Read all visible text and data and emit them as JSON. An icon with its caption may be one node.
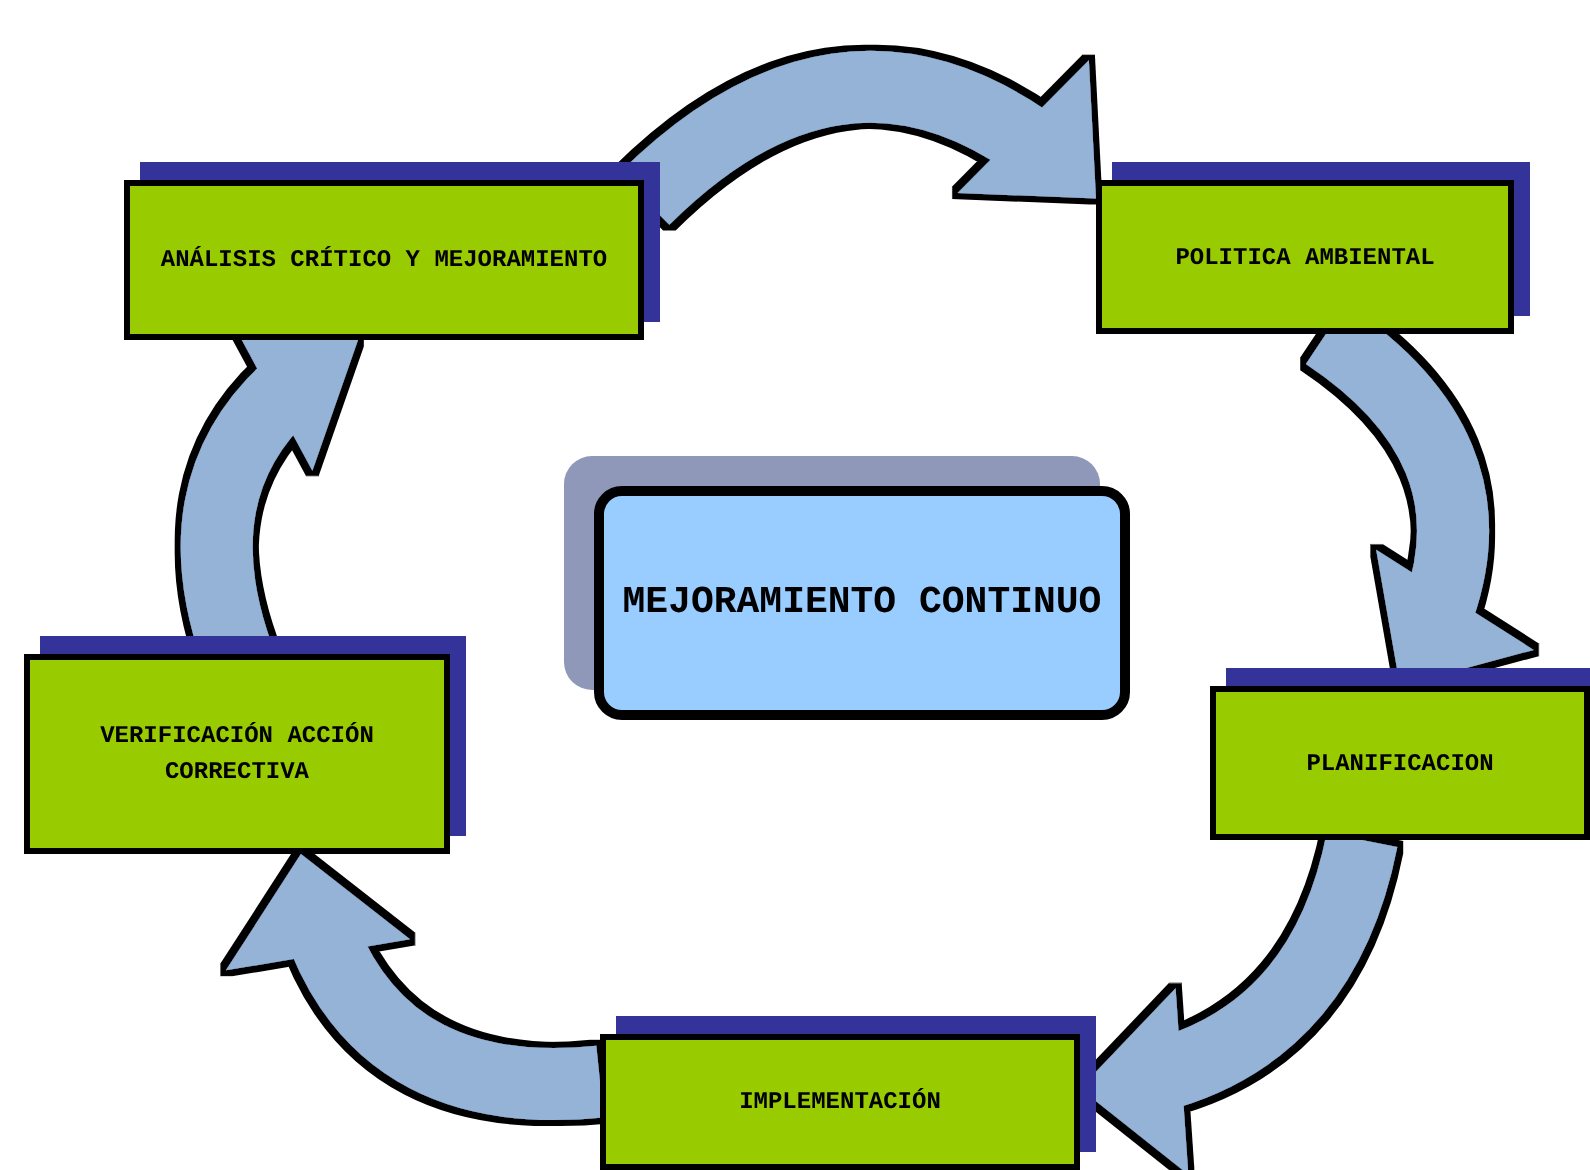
{
  "diagram": {
    "nodes": [
      {
        "text": [
          "ANÁLISIS CRÍTICO Y MEJORAMIENTO"
        ]
      },
      {
        "text": [
          "POLITICA AMBIENTAL"
        ]
      },
      {
        "text": [
          "MEJORAMIENTO CONTINUO"
        ]
      },
      {
        "text": [
          "PLANIFICACION"
        ]
      },
      {
        "text": [
          "IMPLEMENTACIÓN"
        ]
      },
      {
        "text": [
          "VERIFICACIÓN ACCIÓN CORRECTIVA"
        ]
      }
    ],
    "edges": [
      {
        "from": 0,
        "to": 1,
        "arrow": "to"
      },
      {
        "from": 1,
        "to": 3,
        "arrow": "to"
      },
      {
        "from": 3,
        "to": 4,
        "arrow": "to"
      },
      {
        "from": 4,
        "to": 5,
        "arrow": "to"
      },
      {
        "from": 5,
        "to": 0,
        "arrow": "to"
      }
    ]
  }
}
